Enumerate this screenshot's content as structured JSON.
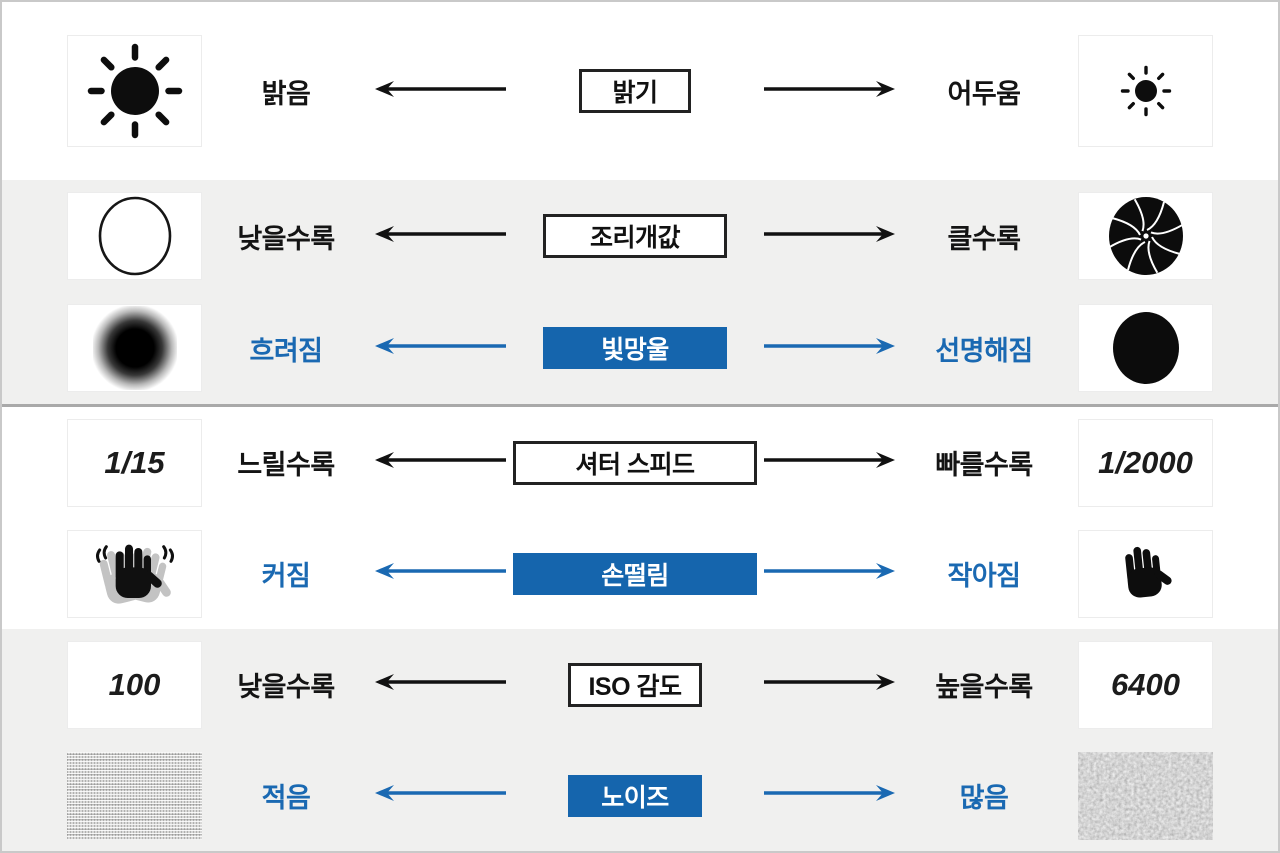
{
  "colors": {
    "accent_blue": "#1565ad",
    "blue_text": "#1a69b2",
    "black": "#141414",
    "band_gray": "#f0f0ef",
    "divider_gray": "#a9a9a9",
    "border_gray": "#c9c9c9"
  },
  "rows": [
    {
      "id": "brightness",
      "lines": [
        {
          "style": "black",
          "left_label": "밝음",
          "center": "밝기",
          "right_label": "어두움",
          "left_icon": "sun-large-icon",
          "right_icon": "sun-small-icon"
        }
      ]
    },
    {
      "id": "aperture",
      "lines": [
        {
          "style": "black",
          "left_label": "낮을수록",
          "center": "조리개값",
          "right_label": "클수록",
          "left_icon": "aperture-open-circle-icon",
          "right_icon": "aperture-blades-icon"
        },
        {
          "style": "blue",
          "left_label": "흐려짐",
          "center": "빛망울",
          "right_label": "선명해짐",
          "left_icon": "bokeh-blurred-icon",
          "right_icon": "bokeh-sharp-icon"
        }
      ]
    },
    {
      "id": "shutter-speed",
      "lines": [
        {
          "style": "black",
          "left_label": "느릴수록",
          "center": "셔터 스피드",
          "right_label": "빠를수록",
          "left_value": "1/15",
          "right_value": "1/2000"
        },
        {
          "style": "blue",
          "left_label": "커짐",
          "center": "손떨림",
          "right_label": "작아짐",
          "left_icon": "hand-shake-icon",
          "right_icon": "hand-steady-icon"
        }
      ]
    },
    {
      "id": "iso",
      "lines": [
        {
          "style": "black",
          "left_label": "낮을수록",
          "center": "ISO 감도",
          "right_label": "높을수록",
          "left_value": "100",
          "right_value": "6400"
        },
        {
          "style": "blue",
          "left_label": "적음",
          "center": "노이즈",
          "right_label": "많음",
          "left_icon": "noise-fine-texture",
          "right_icon": "noise-coarse-texture"
        }
      ]
    }
  ]
}
